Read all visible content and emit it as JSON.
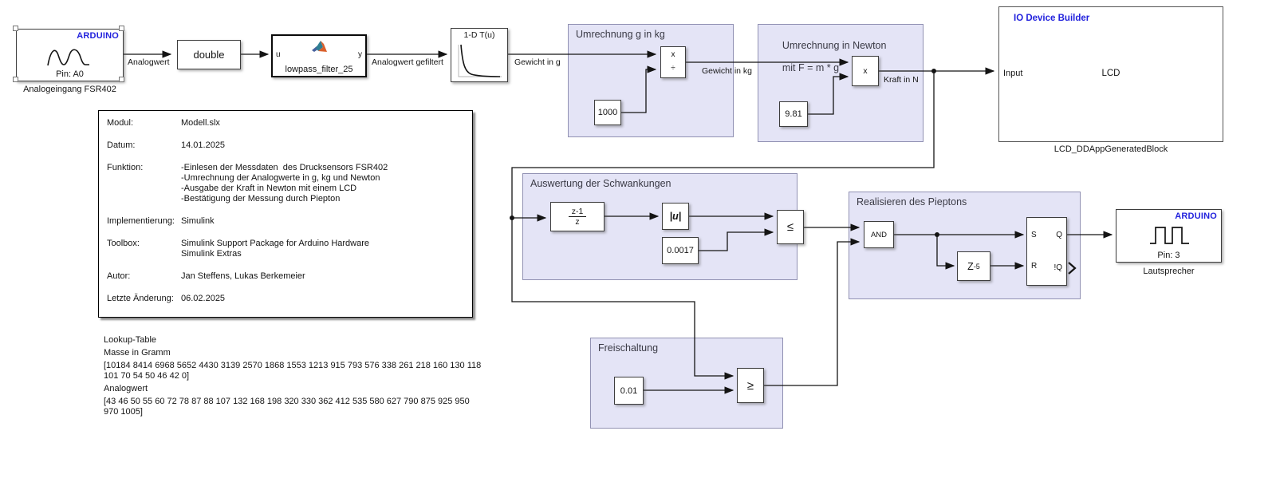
{
  "colors": {
    "arduino_blue": "#2222dd",
    "area_fill": "#e4e4f6",
    "area_border": "#9191b3",
    "wire": "#141414"
  },
  "blocks": {
    "analog_input": {
      "badge": "ARDUINO",
      "pin": "Pin: A0",
      "caption": "Analogeingang FSR402"
    },
    "type_conversion": {
      "label": "double"
    },
    "lowpass": {
      "port_in": "u",
      "port_out": "y",
      "name": "lowpass_filter_25"
    },
    "lookup": {
      "title": "1-D T(u)"
    },
    "divide": {
      "op_multiply": "x",
      "op_divide": "÷"
    },
    "const_1000": {
      "value": "1000"
    },
    "product": {
      "op": "x"
    },
    "const_9_81": {
      "value": "9.81"
    },
    "lcd": {
      "header": "IO Device Builder",
      "port_in": "Input",
      "center_label": "LCD",
      "caption": "LCD_DDAppGeneratedBlock"
    },
    "derivative": {
      "numerator": "z-1",
      "denominator": "z"
    },
    "abs": {
      "label": "|u|"
    },
    "const_0_0017": {
      "value": "0.0017"
    },
    "lte": {
      "symbol": "≤"
    },
    "and_gate": {
      "label": "AND"
    },
    "delay": {
      "base": "Z",
      "exponent": "-5"
    },
    "flipflop": {
      "port_s": "S",
      "port_r": "R",
      "port_q": "Q",
      "port_nq": "!Q"
    },
    "speaker": {
      "badge": "ARDUINO",
      "pin": "Pin: 3",
      "caption": "Lautsprecher"
    },
    "const_0_01": {
      "value": "0.01"
    },
    "gte": {
      "symbol": "≥"
    }
  },
  "areas": {
    "g_in_kg": {
      "title": "Umrechnung g in kg"
    },
    "newton": {
      "title_line1": "Umrechnung in Newton",
      "title_line2": "mit F = m * g"
    },
    "schwankungen": {
      "title": "Auswertung der Schwankungen"
    },
    "piepton": {
      "title": "Realisieren des Pieptons"
    },
    "freischaltung": {
      "title": "Freischaltung"
    }
  },
  "signals": {
    "analogwert": "Analogwert",
    "analogwert_gefiltert": "Analogwert gefiltert",
    "gewicht_g": "Gewicht in g",
    "gewicht_kg": "Gewicht in kg",
    "kraft_n": "Kraft in N"
  },
  "annotation": {
    "rows": [
      {
        "label": "Modul:",
        "lines": [
          "Modell.slx"
        ]
      },
      {
        "label": "Datum:",
        "lines": [
          "14.01.2025"
        ]
      },
      {
        "label": "Funktion:",
        "lines": [
          "-Einlesen der Messdaten  des Drucksensors FSR402",
          "-Umrechnung der Analogwerte in g, kg und Newton",
          "-Ausgabe der Kraft in Newton mit einem LCD",
          "-Bestätigung der Messung durch Piepton"
        ]
      },
      {
        "label": "Implementierung:",
        "lines": [
          "Simulink"
        ]
      },
      {
        "label": "Toolbox:",
        "lines": [
          "Simulink Support Package for Arduino Hardware",
          "Simulink Extras"
        ]
      },
      {
        "label": "Autor:",
        "lines": [
          "Jan Steffens, Lukas Berkemeier"
        ]
      },
      {
        "label": "Letzte Änderung:",
        "lines": [
          "06.02.2025"
        ]
      }
    ]
  },
  "lookup_note": {
    "title": "Lookup-Table",
    "mass_label": "Masse in Gramm",
    "mass_values": "[10184 8414 6968 5652 4430 3139 2570 1868 1553 1213 915 793 576 338 261 218 160 130 118 101 70 54 50 46 42 0]",
    "analog_label": "Analogwert",
    "analog_values": "[43 46 50 55 60 72 78 87 88 107 132 168 198 320 330 362 412 535 580 627 790 875 925 950 970 1005]"
  }
}
